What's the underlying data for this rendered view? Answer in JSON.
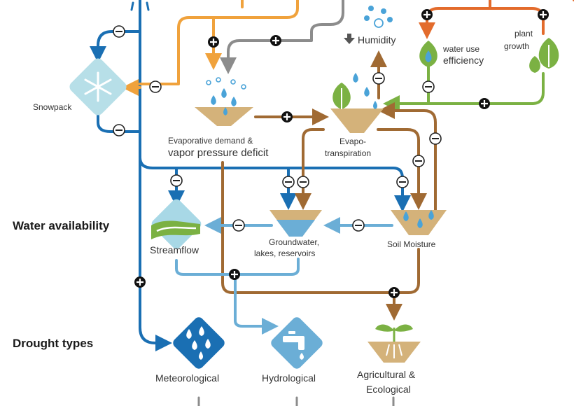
{
  "colors": {
    "precip": "#1a6fb3",
    "temperature": "#f0a23c",
    "co2": "#e36b2c",
    "vegetation": "#7bb143",
    "evaporation": "#a06a33",
    "groundwater": "#6baed6",
    "gray": "#8c8c8c",
    "tan": "#d4b27a",
    "water_drop": "#4aa3d8"
  },
  "nodes": {
    "humidity": "Humidity",
    "water_use_line1": "water use",
    "water_use_line2": "efficiency",
    "plant_growth_line1": "plant",
    "plant_growth_line2": "growth",
    "snowpack": "Snowpack",
    "evap_demand_line1": "Evaporative demand &",
    "evap_demand_line2": "vapor pressure deficit",
    "evapotranspiration_line1": "Evapo-",
    "evapotranspiration_line2": "transpiration",
    "streamflow": "Streamflow",
    "groundwater_line1": "Groundwater,",
    "groundwater_line2": "lakes, reservoirs",
    "soil_moisture": "Soil Moisture",
    "meteorological": "Meteorological",
    "hydrological": "Hydrological",
    "agricultural_line1": "Agricultural &",
    "agricultural_line2": "Ecological"
  },
  "row_labels": {
    "water_availability": "Water availability",
    "drought_types": "Drought types"
  },
  "signs": {
    "plus": "+",
    "minus": "−"
  },
  "icons": {
    "humidity_arrow": "down-arrow-icon",
    "snowpack": "snowflake-icon",
    "streamflow": "stream-icon",
    "meteorological": "rain-icon",
    "hydrological": "faucet-icon",
    "agricultural": "seedling-icon",
    "leaf": "leaf-icon",
    "drop": "water-drop-icon"
  }
}
